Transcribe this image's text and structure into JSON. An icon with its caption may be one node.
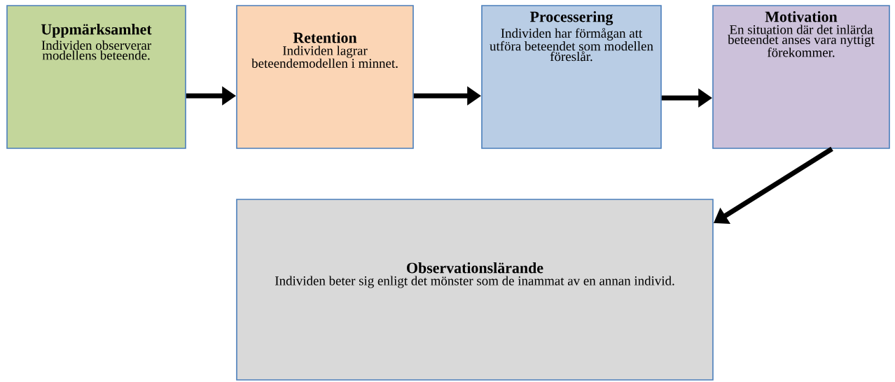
{
  "diagram": {
    "nodes": [
      {
        "text": [
          "Uppmärksamhet",
          "Individen observerar modellens beteende."
        ]
      },
      {
        "text": [
          "Retention",
          "Individen lagrar beteendemodellen i minnet."
        ]
      },
      {
        "text": [
          "Processering",
          "Individen har förmågan att utföra beteendet som modellen föreslår."
        ]
      },
      {
        "text": [
          "Motivation",
          "En situation där det inlärda beteendet anses vara nyttigt förekommer."
        ]
      },
      {
        "text": [
          "Observationslärande",
          "Individen beter sig enligt det mönster som de inammat av en annan individ."
        ]
      }
    ],
    "edges": [
      {
        "from": 0,
        "to": 1,
        "arrow": "to"
      },
      {
        "from": 1,
        "to": 2,
        "arrow": "to"
      },
      {
        "from": 2,
        "to": 3,
        "arrow": "to"
      },
      {
        "from": 3,
        "to": 4,
        "arrow": "to"
      }
    ]
  }
}
